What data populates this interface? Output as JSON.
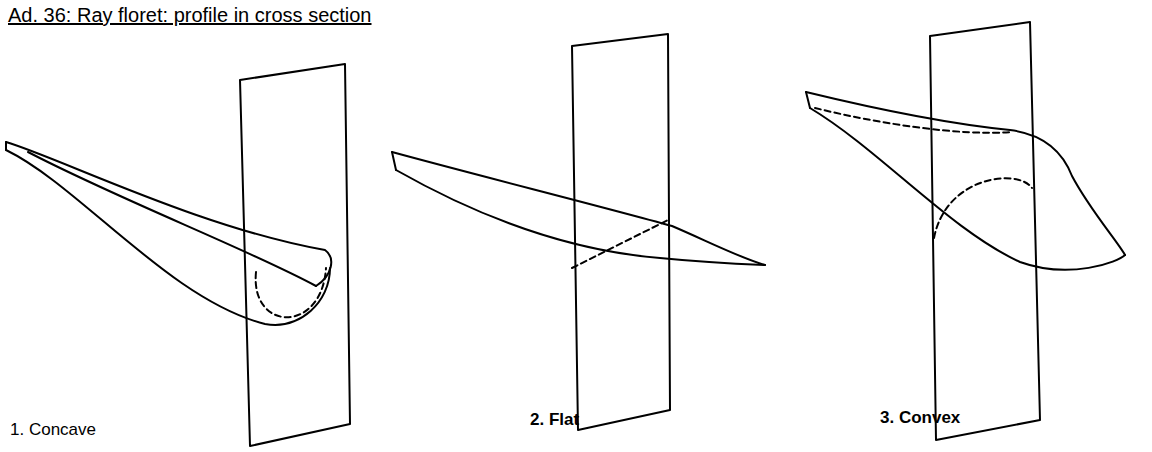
{
  "diagram": {
    "title": "Ad. 36: Ray floret: profile in cross section",
    "labels": [
      "1. Concave",
      "2. Flat",
      "3. Convex"
    ]
  }
}
